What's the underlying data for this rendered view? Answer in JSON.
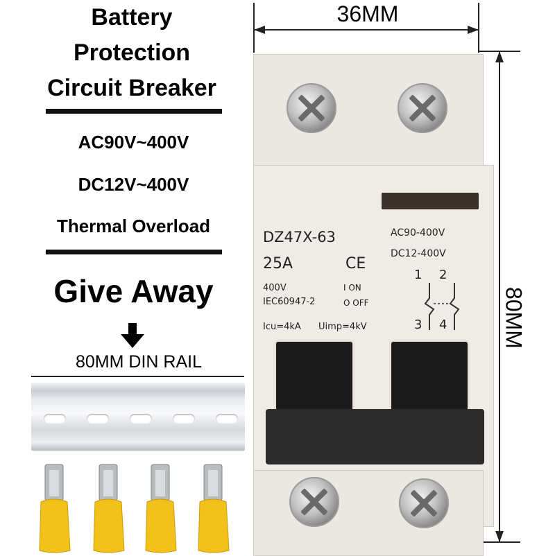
{
  "headline": [
    "Battery",
    "Protection",
    "Circuit Breaker"
  ],
  "specs": [
    "AC90V~400V",
    "DC12V~400V",
    "Thermal Overload"
  ],
  "give_away": "Give Away",
  "rail_label": "80MM DIN RAIL",
  "dimensions": {
    "width": "36MM",
    "height": "80MM"
  },
  "breaker": {
    "model": "DZ47X-63",
    "current": "25A",
    "ce_mark": "CE",
    "voltage_left": "400V",
    "standard": "IEC60947-2",
    "on_label": "I ON",
    "off_label": "O OFF",
    "icu": "Icu=4kA",
    "uimp": "Uimp=4kV",
    "ac_rating": "AC90-400V",
    "dc_rating": "DC12-400V",
    "terminals_top": "1",
    "terminals_top2": "2",
    "terminals_bottom": "3",
    "terminals_bottom2": "4"
  },
  "colors": {
    "terminal_yellow": "#f2c21a",
    "rail": "#d9dce0",
    "breaker_body": "#efece7"
  }
}
